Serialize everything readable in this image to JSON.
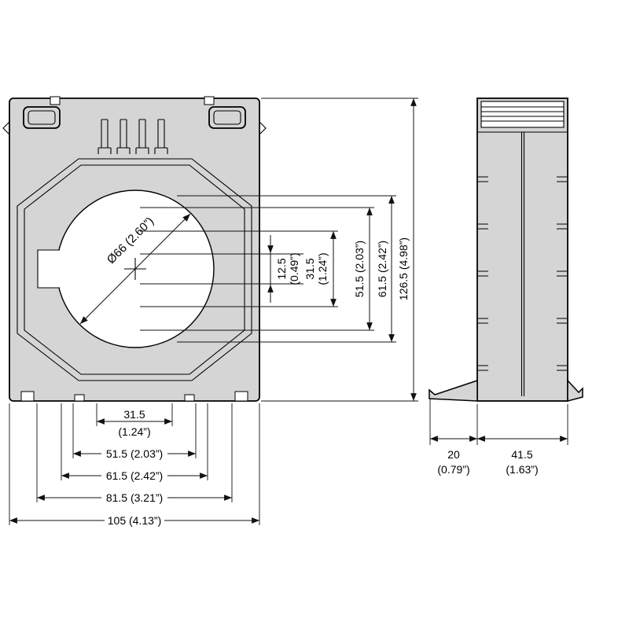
{
  "front_view": {
    "hole_diameter": "Ø66 (2.60”)",
    "vertical_dims": {
      "slot": {
        "mm": "12.5",
        "inch": "(0.49”)"
      },
      "inner": {
        "mm": "31.5",
        "inch": "(1.24”)"
      },
      "mid": "51.5 (2.03”)",
      "outer": "61.5 (2.42”)",
      "overall_height": "126.5 (4.98”)"
    },
    "horizontal_dims": {
      "inner": {
        "mm": "31.5",
        "inch": "(1.24”)"
      },
      "mid": "51.5 (2.03”)",
      "outer": "61.5 (2.42”)",
      "mounting": "81.5 (3.21”)",
      "overall_width": "105 (4.13”)"
    }
  },
  "side_view": {
    "foot_depth": {
      "mm": "20",
      "inch": "(0.79”)"
    },
    "body_depth": {
      "mm": "41.5",
      "inch": "(1.63”)"
    }
  },
  "colors": {
    "body_fill": "#d5d5d5",
    "line": "#000000",
    "background": "#ffffff"
  }
}
